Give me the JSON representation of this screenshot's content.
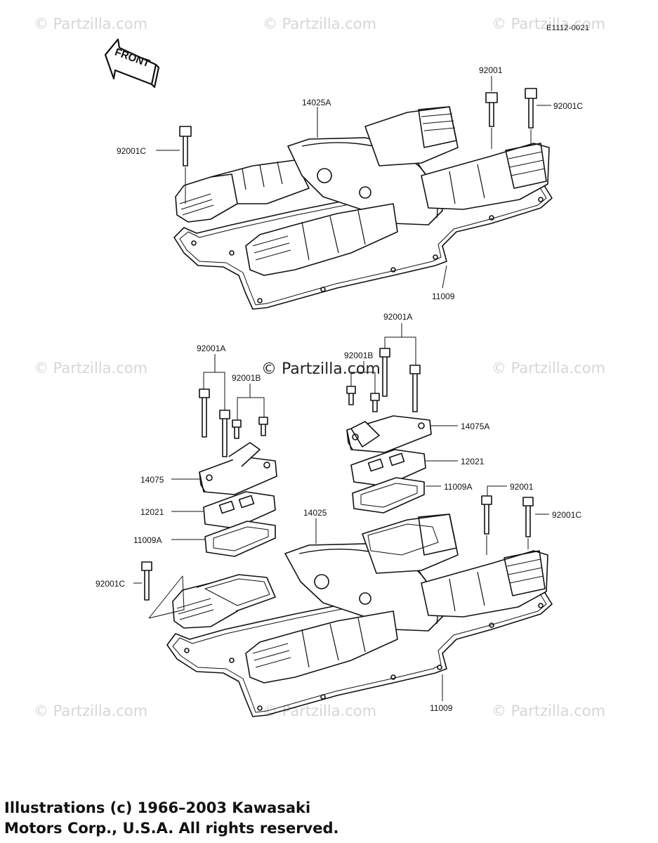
{
  "watermark_text": "© Partzilla.com",
  "center_watermark": "© Partzilla.com",
  "diagram_code": "E1112-0021",
  "front_label": "FRONT",
  "part_labels": {
    "p92001_top": "92001",
    "p92001C_top_right": "92001C",
    "p14025A": "14025A",
    "p92001C_top_left": "92001C",
    "p11009_top": "11009",
    "p92001A_right": "92001A",
    "p92001B_right": "92001B",
    "p92001A_left": "92001A",
    "p92001B_left": "92001B",
    "p14075A": "14075A",
    "p12021_right": "12021",
    "p11009A_right": "11009A",
    "p92001_bottom": "92001",
    "p92001C_bottom_right": "92001C",
    "p14075": "14075",
    "p12021_left": "12021",
    "p11009A_left": "11009A",
    "p14025": "14025",
    "p92001C_bottom_left": "92001C",
    "p11009_bottom": "11009"
  },
  "copyright": {
    "line1": "Illustrations (c) 1966–2003 Kawasaki",
    "line2": "Motors Corp., U.S.A.  All rights reserved."
  }
}
